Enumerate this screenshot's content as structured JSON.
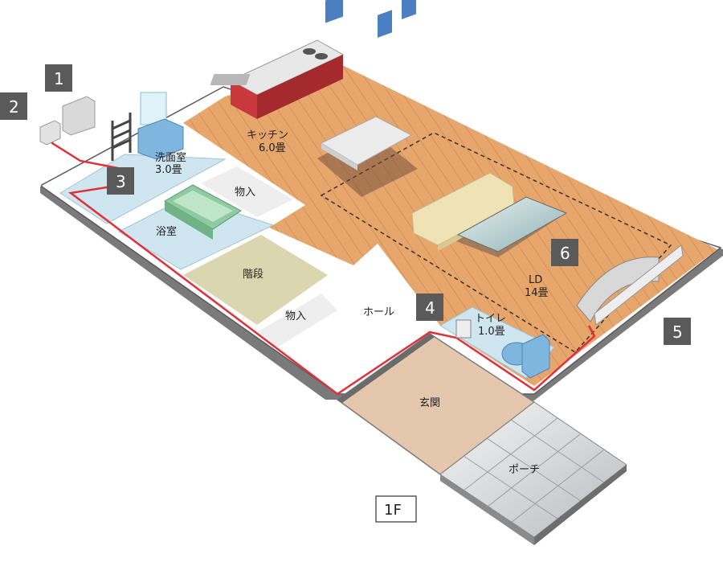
{
  "floor_label": "1F",
  "rooms": {
    "kitchen": "キッチン",
    "kitchen_size": "6.0畳",
    "washroom": "洗面室",
    "washroom_size": "3.0畳",
    "storage_upper": "物入",
    "bathroom": "浴室",
    "stairs": "階段",
    "storage_lower": "物入",
    "hall": "ホール",
    "toilet": "トイレ",
    "toilet_size": "1.0畳",
    "ld": "LD",
    "ld_size": "14畳",
    "entrance": "玄関",
    "porch": "ポーチ"
  },
  "markers": [
    "1",
    "2",
    "3",
    "4",
    "5",
    "6"
  ],
  "colors": {
    "marker_bg": "#5a5a5a",
    "circuit_line": "#e0303a",
    "wood_floor": "#e6a66c",
    "wet_area": "#cfe6f0",
    "stairs": "#d9d6b0",
    "entrance": "#e5c7ae",
    "porch_tile": "#d8dadc"
  }
}
